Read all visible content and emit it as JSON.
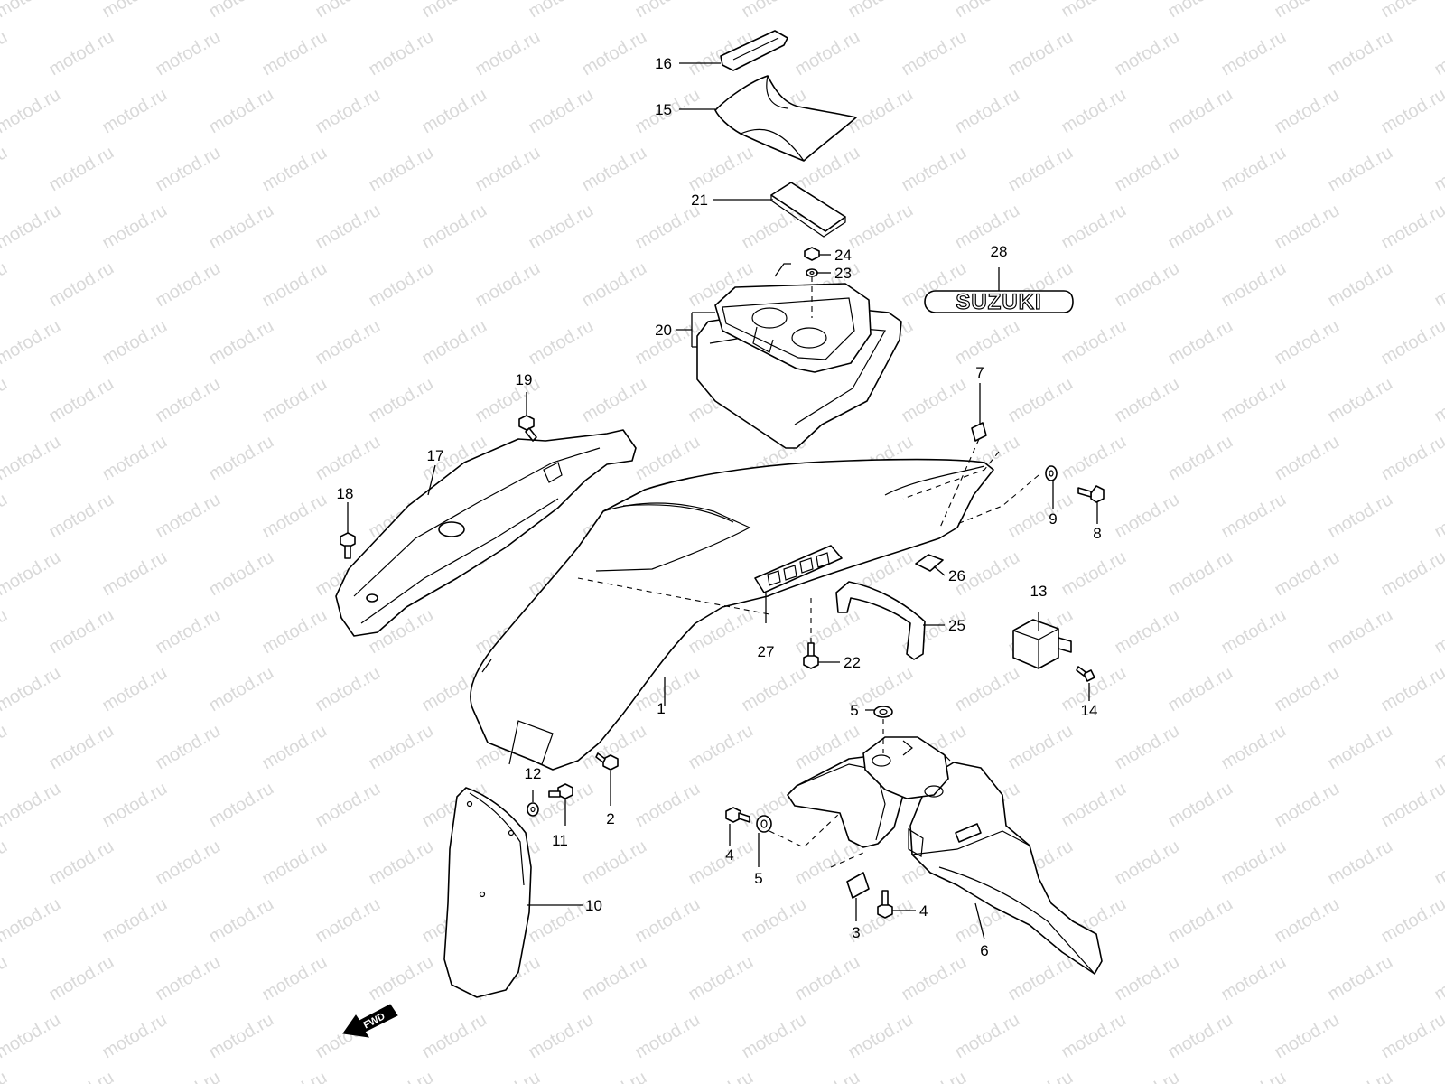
{
  "watermark": {
    "text": "motod.ru"
  },
  "brand_emblem": {
    "text": "SUZUKI"
  },
  "fwd_arrow": {
    "text": "FWD"
  },
  "callouts": {
    "c1": "1",
    "c2": "2",
    "c3": "3",
    "c4a": "4",
    "c4b": "4",
    "c5a": "5",
    "c5b": "5",
    "c6": "6",
    "c7": "7",
    "c8": "8",
    "c9": "9",
    "c10": "10",
    "c11": "11",
    "c12": "12",
    "c13": "13",
    "c14": "14",
    "c15": "15",
    "c16": "16",
    "c17": "17",
    "c18": "18",
    "c19": "19",
    "c20": "20",
    "c21": "21",
    "c22": "22",
    "c23": "23",
    "c24": "24",
    "c25": "25",
    "c26": "26",
    "c27": "27",
    "c28": "28"
  }
}
